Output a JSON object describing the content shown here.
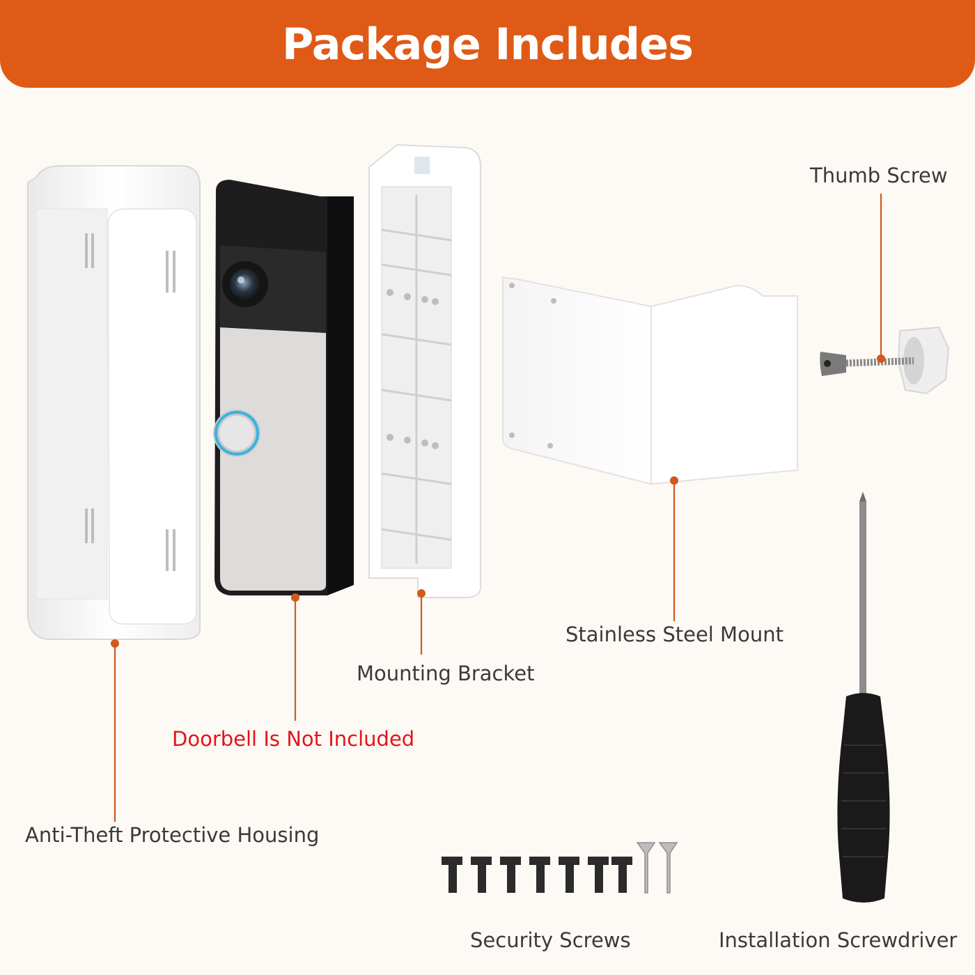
{
  "header": {
    "title": "Package Includes"
  },
  "items": {
    "housing": "Anti-Theft Protective Housing",
    "doorbell": "Doorbell Is Not Included",
    "bracket": "Mounting Bracket",
    "mount": "Stainless Steel Mount",
    "thumb_screw": "Thumb Screw",
    "security_screws": "Security Screws",
    "screwdriver": "Installation Screwdriver"
  },
  "colors": {
    "accent": "#df5a17",
    "warning_text": "#e3141a",
    "leader_line": "#cf5a1c",
    "background": "#fdf9f5"
  }
}
